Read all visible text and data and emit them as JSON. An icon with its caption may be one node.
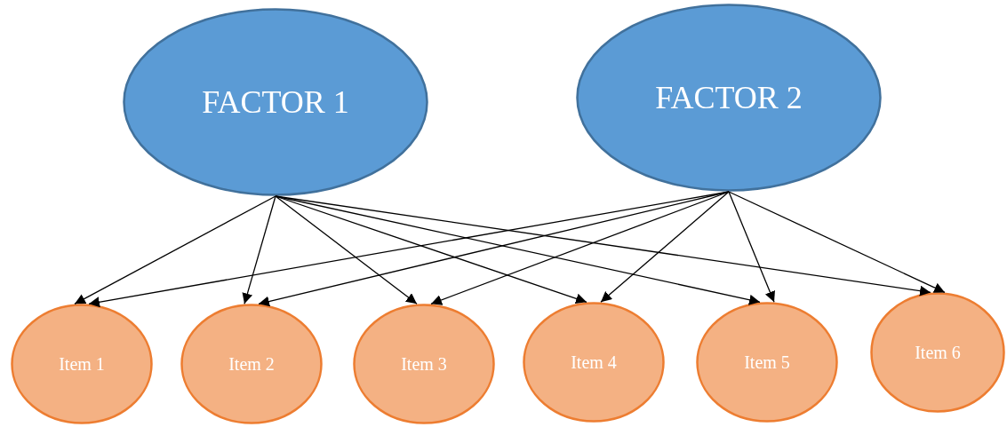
{
  "diagram": {
    "nodes": [
      {
        "text": [
          "FACTOR 1"
        ]
      },
      {
        "text": [
          "FACTOR 2"
        ]
      },
      {
        "text": [
          "Item 1"
        ]
      },
      {
        "text": [
          "Item 2"
        ]
      },
      {
        "text": [
          "Item 3"
        ]
      },
      {
        "text": [
          "Item 4"
        ]
      },
      {
        "text": [
          "Item 5"
        ]
      },
      {
        "text": [
          "Item 6"
        ]
      }
    ],
    "edges": [
      {
        "from": 0,
        "to": 2,
        "arrow": "to"
      },
      {
        "from": 0,
        "to": 3,
        "arrow": "to"
      },
      {
        "from": 0,
        "to": 4,
        "arrow": "to"
      },
      {
        "from": 0,
        "to": 5,
        "arrow": "to"
      },
      {
        "from": 0,
        "to": 6,
        "arrow": "to"
      },
      {
        "from": 0,
        "to": 7,
        "arrow": "to"
      },
      {
        "from": 1,
        "to": 2,
        "arrow": "to"
      },
      {
        "from": 1,
        "to": 3,
        "arrow": "to"
      },
      {
        "from": 1,
        "to": 4,
        "arrow": "to"
      },
      {
        "from": 1,
        "to": 5,
        "arrow": "to"
      },
      {
        "from": 1,
        "to": 6,
        "arrow": "to"
      },
      {
        "from": 1,
        "to": 7,
        "arrow": "to"
      }
    ]
  }
}
